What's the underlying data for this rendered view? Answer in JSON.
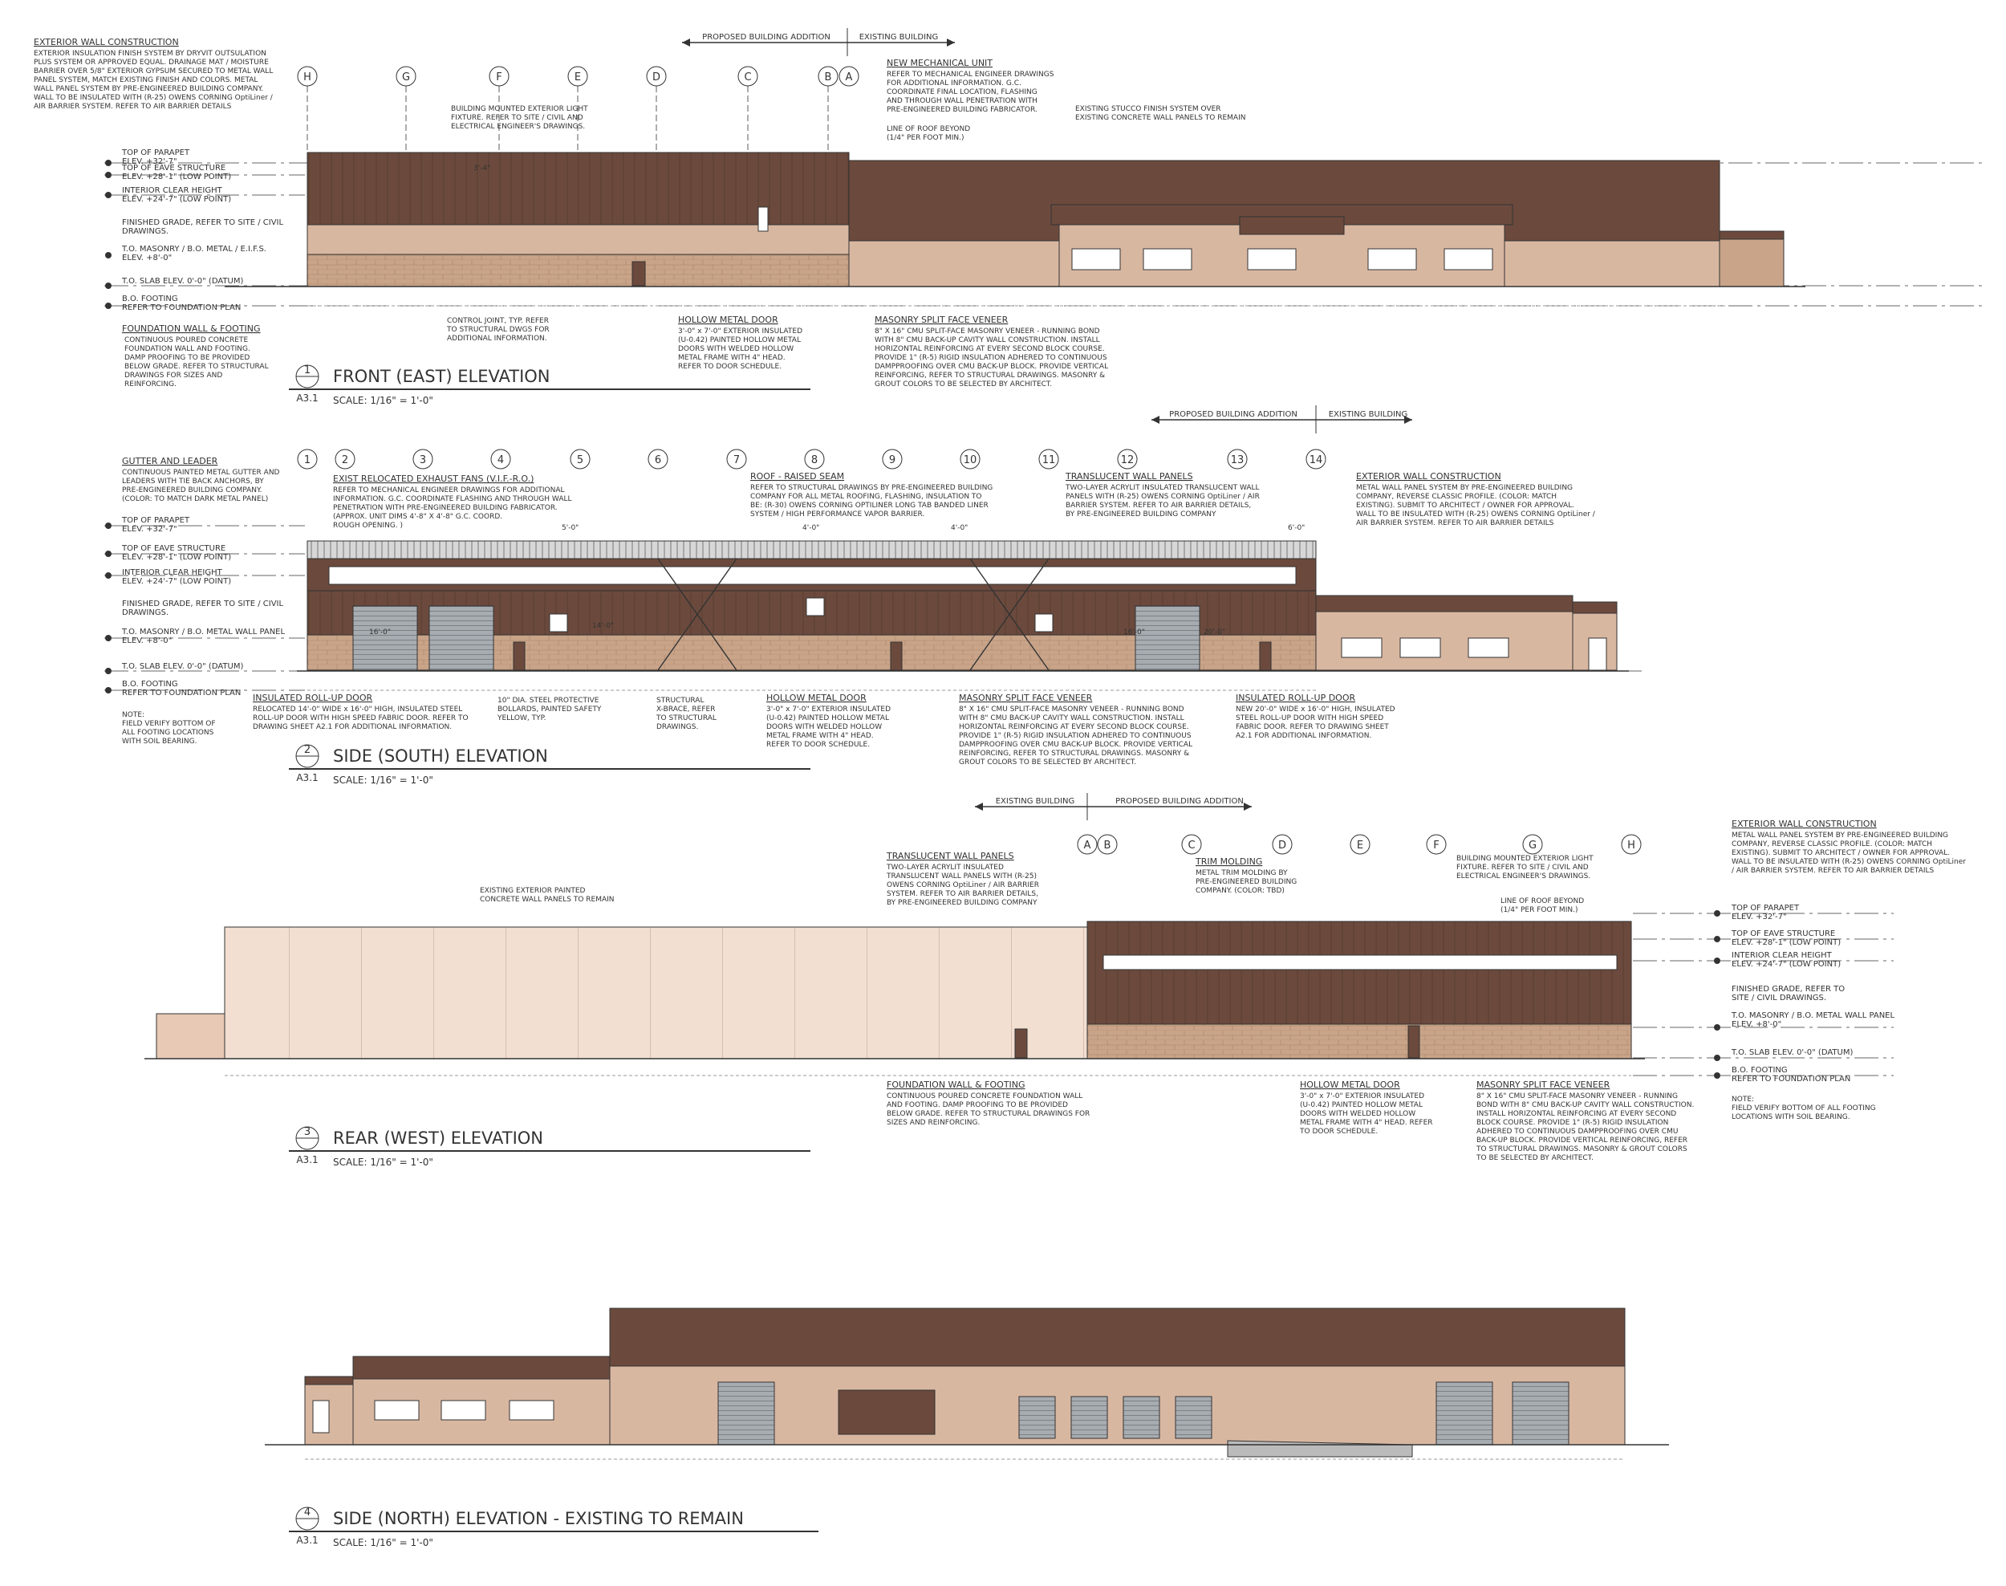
{
  "colors": {
    "metal_panel": "#6b4a3d",
    "parapet": "#5a3d31",
    "wall_lower": "#d8b7a1",
    "masonry": "#c9a489",
    "existing_concrete": "#f2dfd2",
    "translucent": "#ffffff",
    "door": "#9aa0a6",
    "line": "#333333"
  },
  "arrows": {
    "proposed": "PROPOSED BUILDING ADDITION",
    "existing": "EXISTING BUILDING"
  },
  "elev1": {
    "title": "FRONT (EAST) ELEVATION",
    "num": "1",
    "sheet": "A3.1",
    "scale": "SCALE: 1/16\" = 1'-0\"",
    "grid": [
      "H",
      "G",
      "F",
      "E",
      "D",
      "C",
      "B",
      "A"
    ],
    "dim": "3'-4\"",
    "levels": [
      {
        "name": "TOP OF PARAPET",
        "elev": "ELEV. +32'-7\""
      },
      {
        "name": "TOP OF EAVE STRUCTURE",
        "elev": "ELEV. +28'-1\" (LOW POINT)"
      },
      {
        "name": "INTERIOR CLEAR HEIGHT",
        "elev": "ELEV. +24'-7\" (LOW POINT)"
      },
      {
        "name": "FINISHED GRADE, REFER TO SITE / CIVIL",
        "elev": "DRAWINGS."
      },
      {
        "name": "T.O. MASONRY / B.O. METAL / E.I.F.S.",
        "elev": "ELEV. +8'-0\""
      },
      {
        "name": "T.O. SLAB ELEV. 0'-0\" (DATUM)",
        "elev": ""
      },
      {
        "name": "B.O. FOOTING",
        "elev": "REFER TO FOUNDATION PLAN"
      }
    ],
    "notes": [
      {
        "title": "EXTERIOR WALL CONSTRUCTION",
        "body": [
          "EXTERIOR INSULATION FINISH SYSTEM BY DRYVIT OUTSULATION",
          "PLUS SYSTEM OR APPROVED EQUAL. DRAINAGE MAT / MOISTURE",
          "BARRIER OVER 5/8\" EXTERIOR GYPSUM SECURED TO METAL WALL",
          "PANEL SYSTEM, MATCH EXISTING FINISH AND COLORS.  METAL",
          "WALL PANEL SYSTEM BY PRE-ENGINEERED BUILDING COMPANY.",
          "WALL TO BE INSULATED WITH (R-25) OWENS CORNING OptiLiner /",
          "AIR BARRIER SYSTEM. REFER TO AIR BARRIER DETAILS"
        ]
      },
      {
        "title": "",
        "body": [
          "BUILDING MOUNTED EXTERIOR LIGHT",
          "FIXTURE. REFER TO SITE / CIVIL AND",
          "ELECTRICAL ENGINEER'S DRAWINGS."
        ]
      },
      {
        "title": "NEW MECHANICAL UNIT",
        "body": [
          "REFER TO MECHANICAL ENGINEER DRAWINGS",
          "FOR ADDITIONAL INFORMATION. G.C.",
          "COORDINATE FINAL LOCATION, FLASHING",
          "AND THROUGH WALL PENETRATION WITH",
          "PRE-ENGINEERED BUILDING FABRICATOR."
        ]
      },
      {
        "title": "",
        "body": [
          "LINE OF ROOF BEYOND",
          "(1/4\" PER FOOT MIN.)"
        ]
      },
      {
        "title": "",
        "body": [
          "EXISTING STUCCO FINISH SYSTEM OVER",
          "EXISTING CONCRETE WALL PANELS TO REMAIN"
        ]
      },
      {
        "title": "FOUNDATION WALL & FOOTING",
        "body": [
          "CONTINUOUS POURED CONCRETE",
          "FOUNDATION WALL AND FOOTING.",
          "DAMP PROOFING TO BE PROVIDED",
          "BELOW GRADE. REFER TO STRUCTURAL",
          "DRAWINGS FOR SIZES AND",
          "REINFORCING."
        ]
      },
      {
        "title": "",
        "body": [
          "CONTROL JOINT, TYP. REFER",
          "TO STRUCTURAL DWGS FOR",
          "ADDITIONAL INFORMATION."
        ]
      },
      {
        "title": "HOLLOW METAL DOOR",
        "body": [
          "3'-0\" x 7'-0\" EXTERIOR INSULATED",
          "(U-0.42) PAINTED HOLLOW METAL",
          "DOORS WITH WELDED HOLLOW",
          "METAL FRAME WITH 4\" HEAD.",
          "REFER TO DOOR SCHEDULE."
        ]
      },
      {
        "title": "MASONRY SPLIT FACE VENEER",
        "body": [
          "8\" X 16\" CMU SPLIT-FACE MASONRY VENEER - RUNNING BOND",
          "WITH 8\" CMU BACK-UP CAVITY WALL CONSTRUCTION. INSTALL",
          "HORIZONTAL REINFORCING AT EVERY SECOND BLOCK COURSE.",
          "PROVIDE 1\" (R-5) RIGID INSULATION ADHERED TO CONTINUOUS",
          "DAMPPROOFING OVER CMU BACK-UP BLOCK. PROVIDE VERTICAL",
          "REINFORCING, REFER TO STRUCTURAL DRAWINGS. MASONRY &",
          "GROUT COLORS TO BE SELECTED BY ARCHITECT."
        ]
      }
    ]
  },
  "elev2": {
    "title": "SIDE (SOUTH) ELEVATION",
    "num": "2",
    "sheet": "A3.1",
    "scale": "SCALE: 1/16\" = 1'-0\"",
    "grid": [
      "1",
      "2",
      "3",
      "4",
      "5",
      "6",
      "7",
      "8",
      "9",
      "10",
      "11",
      "12",
      "13",
      "14"
    ],
    "dims": [
      "5'-0\"",
      "4'-0\"",
      "4'-0\"",
      "6'-0\"",
      "16'-0\"",
      "16'-0\"",
      "14'-0\"",
      "20'-0\""
    ],
    "levels": [
      {
        "name": "TOP OF PARAPET",
        "elev": "ELEV. +32'-7\""
      },
      {
        "name": "TOP OF EAVE STRUCTURE",
        "elev": "ELEV. +28'-1\" (LOW POINT)"
      },
      {
        "name": "INTERIOR CLEAR HEIGHT",
        "elev": "ELEV. +24'-7\" (LOW POINT)"
      },
      {
        "name": "FINISHED GRADE, REFER TO SITE / CIVIL",
        "elev": "DRAWINGS."
      },
      {
        "name": "T.O. MASONRY / B.O. METAL WALL PANEL",
        "elev": "ELEV. +8'-0\""
      },
      {
        "name": "T.O. SLAB ELEV. 0'-0\" (DATUM)",
        "elev": ""
      },
      {
        "name": "B.O. FOOTING",
        "elev": "REFER TO FOUNDATION PLAN"
      }
    ],
    "field_note": [
      "NOTE:",
      "FIELD VERIFY BOTTOM OF",
      "ALL FOOTING LOCATIONS",
      "WITH SOIL BEARING."
    ],
    "notes": [
      {
        "title": "GUTTER AND LEADER",
        "body": [
          "CONTINUOUS PAINTED METAL GUTTER AND",
          "LEADERS WITH TIE BACK ANCHORS, BY",
          "PRE-ENGINEERED BUILDING COMPANY.",
          "(COLOR: TO MATCH DARK METAL PANEL)"
        ]
      },
      {
        "title": "EXIST RELOCATED EXHAUST FANS (V.I.F.-R.O.)",
        "body": [
          "REFER TO MECHANICAL ENGINEER DRAWINGS FOR ADDITIONAL",
          "INFORMATION. G.C. COORDINATE FLASHING AND THROUGH WALL",
          "PENETRATION WITH PRE-ENGINEERED BUILDING FABRICATOR.",
          "(APPROX. UNIT DIMS 4'-8\" X 4'-8\" G.C. COORD.",
          "ROUGH OPENING. )"
        ]
      },
      {
        "title": "ROOF - RAISED SEAM",
        "body": [
          "REFER TO STRUCTURAL DRAWINGS BY PRE-ENGINEERED BUILDING",
          "COMPANY FOR ALL METAL ROOFING, FLASHING, INSULATION TO",
          "BE: (R-30) OWENS CORNING OPTILINER LONG TAB BANDED LINER",
          "SYSTEM / HIGH PERFORMANCE VAPOR BARRIER."
        ]
      },
      {
        "title": "TRANSLUCENT WALL PANELS",
        "body": [
          "TWO-LAYER ACRYLIT INSULATED TRANSLUCENT WALL",
          "PANELS WITH (R-25) OWENS CORNING OptiLiner / AIR",
          "BARRIER SYSTEM. REFER TO AIR BARRIER DETAILS,",
          "BY PRE-ENGINEERED BUILDING COMPANY"
        ]
      },
      {
        "title": "EXTERIOR WALL CONSTRUCTION",
        "body": [
          "METAL WALL PANEL SYSTEM BY PRE-ENGINEERED BUILDING",
          "COMPANY, REVERSE CLASSIC PROFILE. (COLOR: MATCH",
          "EXISTING). SUBMIT TO ARCHITECT / OWNER FOR APPROVAL.",
          "WALL TO BE INSULATED WITH (R-25) OWENS CORNING OptiLiner /",
          "AIR BARRIER SYSTEM. REFER TO AIR BARRIER DETAILS"
        ]
      },
      {
        "title": "INSULATED ROLL-UP DOOR",
        "body": [
          "RELOCATED 14'-0\" WIDE x 16'-0\" HIGH, INSULATED STEEL",
          "ROLL-UP DOOR WITH HIGH SPEED FABRIC DOOR. REFER TO",
          "DRAWING SHEET A2.1 FOR ADDITIONAL INFORMATION."
        ]
      },
      {
        "title": "",
        "body": [
          "10\" DIA. STEEL PROTECTIVE",
          "BOLLARDS, PAINTED SAFETY",
          "YELLOW, TYP."
        ]
      },
      {
        "title": "",
        "body": [
          "STRUCTURAL",
          "X-BRACE, REFER",
          "TO STRUCTURAL",
          "DRAWINGS."
        ]
      },
      {
        "title": "HOLLOW METAL DOOR",
        "body": [
          "3'-0\" x 7'-0\" EXTERIOR INSULATED",
          "(U-0.42) PAINTED HOLLOW METAL",
          "DOORS WITH WELDED HOLLOW",
          "METAL FRAME WITH 4\" HEAD.",
          "REFER TO DOOR SCHEDULE."
        ]
      },
      {
        "title": "MASONRY SPLIT FACE VENEER",
        "body": [
          "8\" X 16\" CMU SPLIT-FACE MASONRY VENEER - RUNNING BOND",
          "WITH 8\" CMU BACK-UP CAVITY WALL CONSTRUCTION. INSTALL",
          "HORIZONTAL REINFORCING AT EVERY SECOND BLOCK COURSE.",
          "PROVIDE 1\" (R-5) RIGID INSULATION ADHERED TO CONTINUOUS",
          "DAMPPROOFING OVER CMU BACK-UP BLOCK. PROVIDE VERTICAL",
          "REINFORCING, REFER TO STRUCTURAL DRAWINGS. MASONRY &",
          "GROUT COLORS TO BE SELECTED BY ARCHITECT."
        ]
      },
      {
        "title": "INSULATED ROLL-UP DOOR",
        "body": [
          "NEW 20'-0\" WIDE x 16'-0\" HIGH, INSULATED",
          "STEEL ROLL-UP DOOR WITH HIGH SPEED",
          "FABRIC DOOR. REFER TO DRAWING SHEET",
          "A2.1 FOR ADDITIONAL INFORMATION."
        ]
      }
    ]
  },
  "elev3": {
    "title": "REAR (WEST) ELEVATION",
    "num": "3",
    "sheet": "A3.1",
    "scale": "SCALE: 1/16\" = 1'-0\"",
    "grid": [
      "A",
      "B",
      "C",
      "D",
      "E",
      "F",
      "G",
      "H"
    ],
    "levels": [
      {
        "name": "TOP OF PARAPET",
        "elev": "ELEV. +32'-7\""
      },
      {
        "name": "TOP OF EAVE STRUCTURE",
        "elev": "ELEV. +28'-1\" (LOW POINT)"
      },
      {
        "name": "INTERIOR CLEAR HEIGHT",
        "elev": "ELEV. +24'-7\" (LOW POINT)"
      },
      {
        "name": "FINISHED GRADE, REFER TO",
        "elev": "SITE / CIVIL DRAWINGS."
      },
      {
        "name": "T.O. MASONRY / B.O. METAL WALL PANEL",
        "elev": "ELEV. +8'-0\""
      },
      {
        "name": "T.O. SLAB ELEV. 0'-0\" (DATUM)",
        "elev": ""
      },
      {
        "name": "B.O. FOOTING",
        "elev": "REFER TO FOUNDATION PLAN"
      }
    ],
    "field_note": [
      "NOTE:",
      "FIELD VERIFY BOTTOM OF ALL FOOTING",
      "LOCATIONS WITH SOIL BEARING."
    ],
    "notes": [
      {
        "title": "",
        "body": [
          "EXISTING EXTERIOR PAINTED",
          "CONCRETE WALL PANELS TO REMAIN"
        ]
      },
      {
        "title": "TRANSLUCENT WALL PANELS",
        "body": [
          "TWO-LAYER ACRYLIT INSULATED",
          "TRANSLUCENT WALL PANELS WITH (R-25)",
          "OWENS CORNING OptiLiner / AIR BARRIER",
          "SYSTEM. REFER TO AIR BARRIER DETAILS,",
          "BY PRE-ENGINEERED BUILDING COMPANY"
        ]
      },
      {
        "title": "TRIM MOLDING",
        "body": [
          "METAL TRIM MOLDING BY",
          "PRE-ENGINEERED BUILDING",
          "COMPANY. (COLOR: TBD)"
        ]
      },
      {
        "title": "",
        "body": [
          "BUILDING MOUNTED EXTERIOR LIGHT",
          "FIXTURE. REFER TO SITE / CIVIL AND",
          "ELECTRICAL ENGINEER'S DRAWINGS."
        ]
      },
      {
        "title": "",
        "body": [
          "LINE OF ROOF BEYOND",
          "(1/4\" PER FOOT MIN.)"
        ]
      },
      {
        "title": "EXTERIOR WALL CONSTRUCTION",
        "body": [
          "METAL WALL PANEL SYSTEM BY PRE-ENGINEERED BUILDING",
          "COMPANY, REVERSE CLASSIC PROFILE. (COLOR: MATCH",
          "EXISTING). SUBMIT TO ARCHITECT / OWNER FOR APPROVAL.",
          "WALL TO BE INSULATED WITH (R-25) OWENS CORNING OptiLiner",
          "/ AIR BARRIER SYSTEM. REFER TO AIR BARRIER DETAILS"
        ]
      },
      {
        "title": "FOUNDATION WALL & FOOTING",
        "body": [
          "CONTINUOUS POURED CONCRETE FOUNDATION WALL",
          "AND FOOTING. DAMP PROOFING TO BE PROVIDED",
          "BELOW GRADE. REFER TO STRUCTURAL DRAWINGS FOR",
          "SIZES AND REINFORCING."
        ]
      },
      {
        "title": "HOLLOW METAL DOOR",
        "body": [
          "3'-0\" x 7'-0\" EXTERIOR INSULATED",
          "(U-0.42) PAINTED HOLLOW METAL",
          "DOORS WITH WELDED HOLLOW",
          "METAL FRAME WITH 4\" HEAD. REFER",
          "TO DOOR SCHEDULE."
        ]
      },
      {
        "title": "MASONRY SPLIT FACE VENEER",
        "body": [
          "8\" X 16\" CMU SPLIT-FACE MASONRY VENEER - RUNNING",
          "BOND WITH 8\" CMU BACK-UP CAVITY WALL CONSTRUCTION.",
          "INSTALL HORIZONTAL REINFORCING AT EVERY SECOND",
          "BLOCK COURSE. PROVIDE 1\" (R-5) RIGID INSULATION",
          "ADHERED TO CONTINUOUS DAMPPROOFING OVER CMU",
          "BACK-UP BLOCK. PROVIDE VERTICAL REINFORCING, REFER",
          "TO STRUCTURAL DRAWINGS. MASONRY & GROUT COLORS",
          "TO BE SELECTED BY ARCHITECT."
        ]
      }
    ]
  },
  "elev4": {
    "title": "SIDE (NORTH) ELEVATION - EXISTING TO REMAIN",
    "num": "4",
    "sheet": "A3.1",
    "scale": "SCALE: 1/16\" = 1'-0\""
  }
}
